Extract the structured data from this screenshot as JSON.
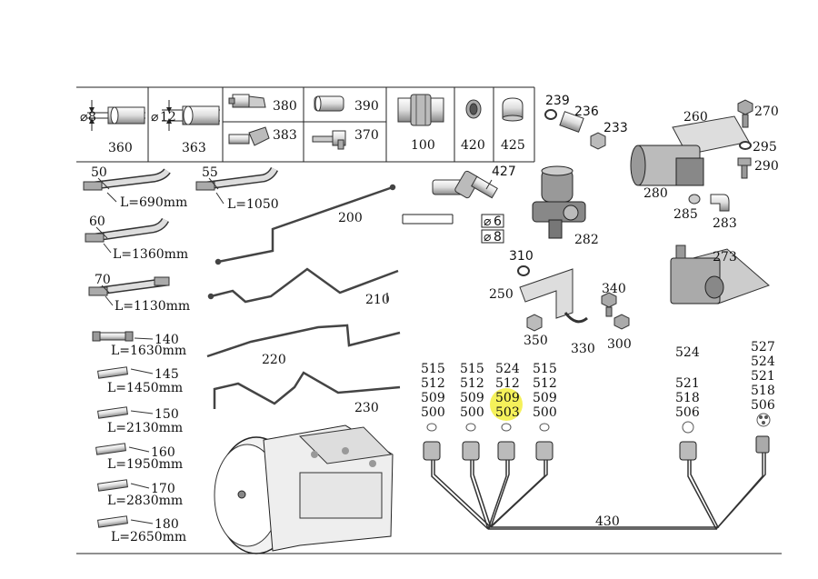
{
  "grid": {
    "c360": "360",
    "c363": "363",
    "c380": "380",
    "c383": "383",
    "c390": "390",
    "c370": "370",
    "c100": "100",
    "c420": "420",
    "c425": "425",
    "dia8": "8",
    "dia12": "12"
  },
  "hoses": [
    {
      "num": "50",
      "len": "L=690mm"
    },
    {
      "num": "55",
      "len": "L=1050"
    },
    {
      "num": "60",
      "len": "L=1360mm"
    },
    {
      "num": "70",
      "len": "L=1130mm"
    }
  ],
  "pipes": [
    {
      "num": "140",
      "len": "L=1630mm"
    },
    {
      "num": "145",
      "len": "L=1450mm"
    },
    {
      "num": "150",
      "len": "L=2130mm"
    },
    {
      "num": "160",
      "len": "L=1950mm"
    },
    {
      "num": "170",
      "len": "L=2830mm"
    },
    {
      "num": "180",
      "len": "L=2650mm"
    }
  ],
  "lines": {
    "l200": "200",
    "l210": "210",
    "l220": "220",
    "l230": "230"
  },
  "fitting427": {
    "num": "427",
    "opt6": "6",
    "opt8": "8"
  },
  "valve": {
    "n239": "239",
    "n236": "236",
    "n233": "233",
    "n282": "282"
  },
  "cylinder": {
    "n260": "260",
    "n270": "270",
    "n295": "295",
    "n290": "290",
    "n280": "280",
    "n285": "285",
    "n283": "283",
    "n273": "273"
  },
  "bracket": {
    "n310": "310",
    "n250": "250",
    "n340": "340",
    "n350": "350",
    "n330": "330",
    "n300": "300"
  },
  "sensors": {
    "col1": [
      "515",
      "512",
      "509",
      "500"
    ],
    "col2": [
      "515",
      "512",
      "509",
      "500"
    ],
    "col3": [
      "524",
      "512",
      "509",
      "503"
    ],
    "col4": [
      "515",
      "512",
      "509",
      "500"
    ],
    "col5": [
      "524",
      "521",
      "518",
      "506"
    ],
    "col6": [
      "527",
      "524",
      "521",
      "518",
      "506"
    ],
    "harness": "430",
    "highlight": "503"
  }
}
